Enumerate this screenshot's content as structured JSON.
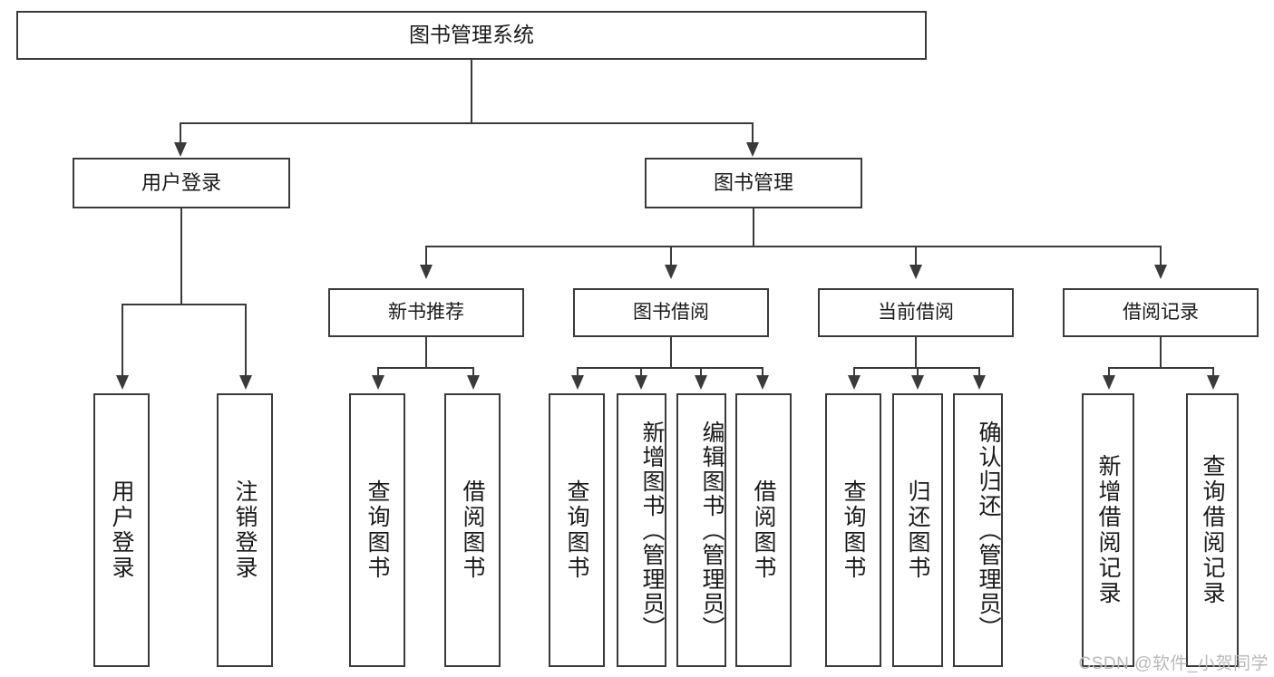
{
  "diagram": {
    "title": "图书管理系统",
    "type": "hierarchy-tree",
    "root": {
      "id": "root",
      "label": "图书管理系统"
    },
    "level1": [
      {
        "id": "user-login",
        "label": "用户登录"
      },
      {
        "id": "book-manage",
        "label": "图书管理"
      }
    ],
    "level2": [
      {
        "id": "new-book-recommend",
        "label": "新书推荐"
      },
      {
        "id": "book-borrow",
        "label": "图书借阅"
      },
      {
        "id": "current-borrow",
        "label": "当前借阅"
      },
      {
        "id": "borrow-record",
        "label": "借阅记录"
      }
    ],
    "leaves": [
      {
        "id": "leaf-user-login",
        "label": "用户登录",
        "parent": "user-login"
      },
      {
        "id": "leaf-logout-login",
        "label": "注销登录",
        "parent": "user-login"
      },
      {
        "id": "leaf-query-book-1",
        "label": "查询图书",
        "parent": "new-book-recommend"
      },
      {
        "id": "leaf-borrow-book-1",
        "label": "借阅图书",
        "parent": "new-book-recommend"
      },
      {
        "id": "leaf-query-book-2",
        "label": "查询图书",
        "parent": "book-borrow"
      },
      {
        "id": "leaf-add-book",
        "label": "新增图书（管理员）",
        "parent": "book-borrow"
      },
      {
        "id": "leaf-edit-book",
        "label": "编辑图书（管理员）",
        "parent": "book-borrow"
      },
      {
        "id": "leaf-borrow-book-2",
        "label": "借阅图书",
        "parent": "book-borrow"
      },
      {
        "id": "leaf-query-book-3",
        "label": "查询图书",
        "parent": "current-borrow"
      },
      {
        "id": "leaf-return-book",
        "label": "归还图书",
        "parent": "current-borrow"
      },
      {
        "id": "leaf-confirm-return",
        "label": "确认归还（管理员）",
        "parent": "current-borrow"
      },
      {
        "id": "leaf-add-record",
        "label": "新增借阅记录",
        "parent": "borrow-record"
      },
      {
        "id": "leaf-query-record",
        "label": "查询借阅记录",
        "parent": "borrow-record"
      }
    ]
  },
  "watermark": {
    "text": "CSDN @软件_小贺同学"
  },
  "colors": {
    "stroke": "#3a3a3a",
    "text": "#1a1a1a",
    "background": "#ffffff",
    "watermark": "#b9b9b9"
  }
}
